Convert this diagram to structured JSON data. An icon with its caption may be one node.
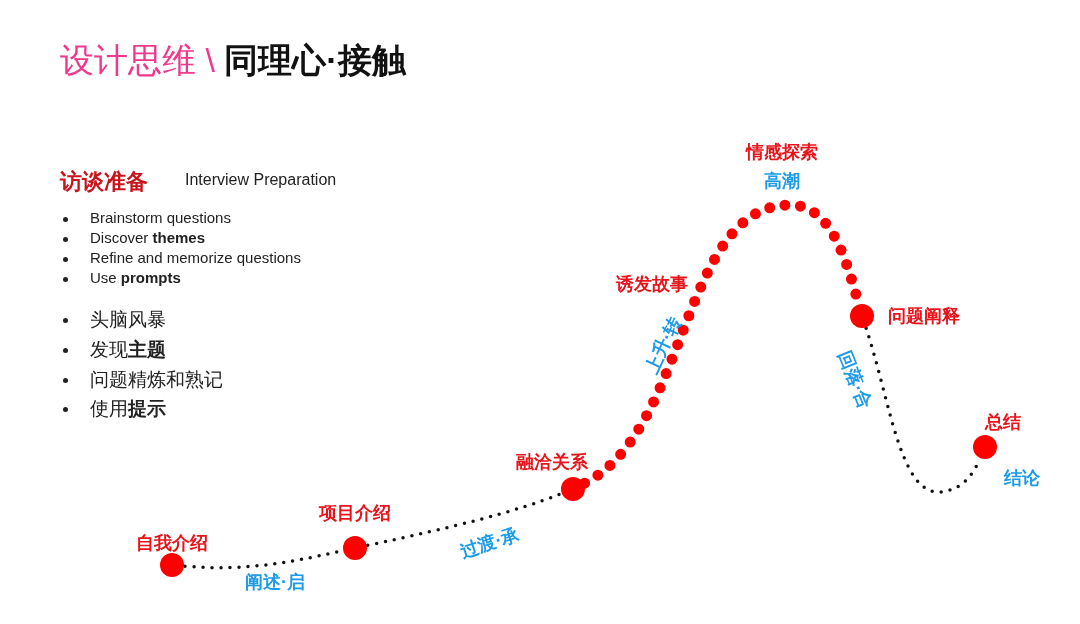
{
  "diagram": {
    "title": "设计思维 \\ **同理心·接触**",
    "nodes": [
      {
        "text": [],
        "shape": "circle",
        "beside": [
          "自我介绍"
        ]
      },
      {
        "text": [],
        "shape": "circle",
        "beside": [
          "项目介绍"
        ]
      },
      {
        "text": [],
        "shape": "circle",
        "beside": [
          "融洽关系"
        ]
      },
      {
        "text": [],
        "shape": "circle",
        "beside": [
          "问题阐释"
        ]
      },
      {
        "text": [],
        "shape": "circle",
        "beside": [
          "总结"
        ]
      }
    ],
    "edges": [
      {
        "from": 0,
        "to": 1,
        "arrow": "none",
        "label": "阐述·启",
        "style": "dashed"
      },
      {
        "from": 1,
        "to": 2,
        "arrow": "none",
        "label": "过渡·承",
        "style": "dashed"
      },
      {
        "from": 2,
        "to": 3,
        "arrow": "none",
        "label": "上升·转",
        "style": "dashed",
        "color": "#ff0000"
      },
      {
        "from": 3,
        "to": 4,
        "arrow": "none",
        "label": "回落·合",
        "style": "dashed"
      }
    ],
    "labels": [
      "访谈准备",
      "Interview Preparation",
      "Brainstorm questions",
      "Discover **themes**",
      "Refine and memorize questions",
      "Use **prompts**",
      "头脑风暴",
      "发现**主题**",
      "问题精炼和熟记",
      "使用**提示**",
      "诱发故事",
      "情感探索",
      "高潮",
      "结论"
    ]
  }
}
